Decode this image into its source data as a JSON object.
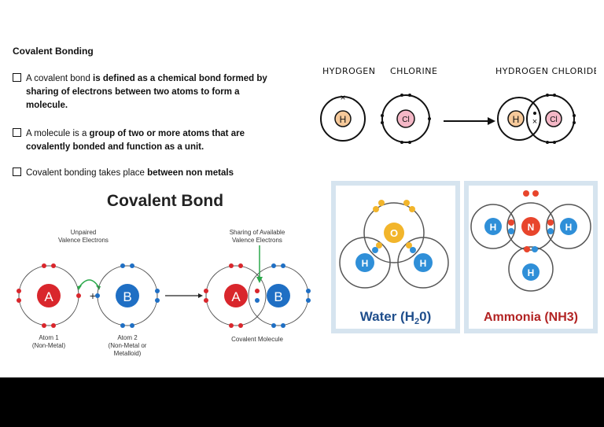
{
  "slide": {
    "title": "Covalent Bonding",
    "bullets": [
      {
        "pre": "A covalent bond ",
        "bold": "is defined as a chemical bond formed by",
        "cont_bold": "sharing of electrons between two atoms to form a",
        "cont2_bold": "molecule."
      },
      {
        "pre": "A molecule is a ",
        "bold": "group of two or more atoms that are",
        "cont_bold": "covalently bonded and function as a unit."
      },
      {
        "pre": "Covalent bonding takes place ",
        "bold": "between non metals"
      }
    ]
  },
  "hcl": {
    "hydrogen": "HYDROGEN",
    "chlorine": "CHLORINE",
    "hydrogen_chloride": "HYDROGEN CHLORIDE",
    "h": "H",
    "cl": "Cl"
  },
  "covalent_bond": {
    "title": "Covalent Bond",
    "unpaired_1": "Unpaired",
    "unpaired_2": "Valence Electrons",
    "sharing_1": "Sharing of Available",
    "sharing_2": "Valence Electrons",
    "atom_a": "A",
    "atom_b": "B",
    "plus": "+",
    "atom1_1": "Atom 1",
    "atom1_2": "(Non-Metal)",
    "atom2_1": "Atom 2",
    "atom2_2": "(Non-Metal or",
    "atom2_3": "Metalloid)",
    "molecule": "Covalent Molecule"
  },
  "water": {
    "label": "Water (H",
    "sub": "2",
    "close": "0)",
    "o": "O",
    "h": "H"
  },
  "ammonia": {
    "label": "Ammonia (NH3)",
    "n": "N",
    "h": "H"
  },
  "colors": {
    "atom_a": "#d9262c",
    "atom_b": "#1f6fc4",
    "water_h": "#2f8fd8",
    "water_o": "#f2b52b",
    "ammonia_n": "#e8452c",
    "panel_bg": "#d6e4ef",
    "label_water": "#1f4e8c",
    "label_ammonia": "#b22323"
  }
}
